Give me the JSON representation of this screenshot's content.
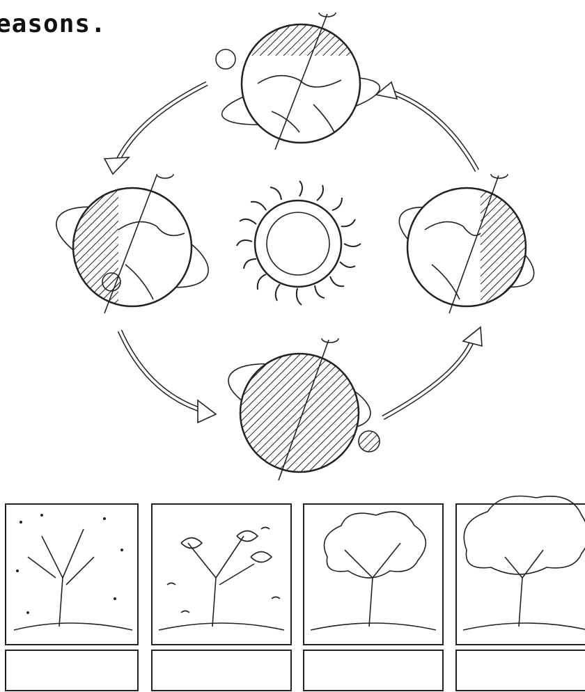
{
  "title": "easons.",
  "diagram": {
    "center": "sun",
    "earth_positions": [
      "top",
      "right",
      "bottom",
      "left"
    ],
    "arrows": [
      "top-to-left",
      "left-to-bottom",
      "bottom-to-right",
      "right-to-top"
    ]
  },
  "seasons_panels": [
    {
      "id": "winter",
      "icon": "bare-tree-snow"
    },
    {
      "id": "autumn",
      "icon": "tree-falling-leaves"
    },
    {
      "id": "spring",
      "icon": "tree-budding"
    },
    {
      "id": "summer",
      "icon": "tree-full-foliage"
    }
  ],
  "answer_boxes": [
    "",
    "",
    "",
    ""
  ]
}
